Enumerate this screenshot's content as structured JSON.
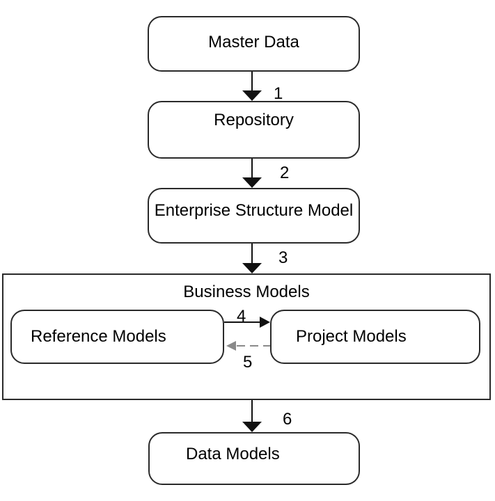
{
  "diagram": {
    "type": "flowchart",
    "background": "#ffffff",
    "nodes": {
      "master_data": {
        "label": "Master Data",
        "shape": "rounded-rect"
      },
      "repository": {
        "label": "Repository",
        "shape": "rounded-rect"
      },
      "enterprise_structure_model": {
        "label": "Enterprise Structure Model",
        "shape": "rounded-rect"
      },
      "business_models_group": {
        "label": "Business Models",
        "shape": "rect-container"
      },
      "reference_models": {
        "label": "Reference Models",
        "shape": "rounded-rect"
      },
      "project_models": {
        "label": "Project Models",
        "shape": "rounded-rect"
      },
      "data_models": {
        "label": "Data Models",
        "shape": "rounded-rect"
      }
    },
    "edges": [
      {
        "id": "1",
        "from": "Master Data",
        "to": "Repository",
        "direction": "down",
        "style": "solid",
        "color": "#111111"
      },
      {
        "id": "2",
        "from": "Repository",
        "to": "Enterprise Structure Model",
        "direction": "down",
        "style": "solid",
        "color": "#111111"
      },
      {
        "id": "3",
        "from": "Enterprise Structure Model",
        "to": "Business Models",
        "direction": "down",
        "style": "solid",
        "color": "#111111"
      },
      {
        "id": "4",
        "from": "Reference Models",
        "to": "Project Models",
        "direction": "right",
        "style": "solid",
        "color": "#111111"
      },
      {
        "id": "5",
        "from": "Project Models",
        "to": "Reference Models",
        "direction": "left",
        "style": "dashed",
        "color": "#8a8a8a"
      },
      {
        "id": "6",
        "from": "Business Models",
        "to": "Data Models",
        "direction": "down",
        "style": "solid",
        "color": "#111111"
      }
    ],
    "colors": {
      "stroke": "#2a2a2a",
      "arrow": "#111111",
      "dashed_arrow": "#8a8a8a",
      "text": "#000000",
      "background": "#ffffff"
    }
  }
}
